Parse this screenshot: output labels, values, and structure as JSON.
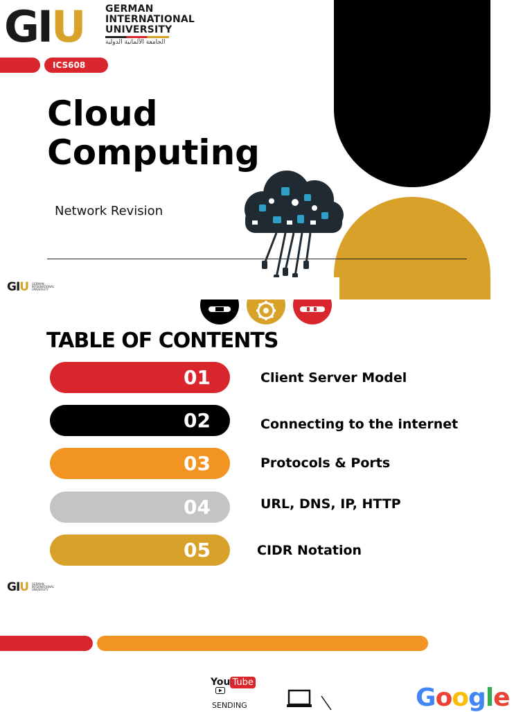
{
  "header": {
    "logo_mark_g": "G",
    "logo_mark_i": "I",
    "logo_mark_u": "U",
    "logo_line1": "GERMAN",
    "logo_line2": "INTERNATIONAL",
    "logo_line3": "UNIVERSITY",
    "logo_arabic": "الجامعة الألمانية الدولية",
    "course_code": "ICS608"
  },
  "cover": {
    "title_line1": "Cloud",
    "title_line2": "Computing",
    "subtitle": "Network Revision"
  },
  "small_logo": {
    "mark_g": "GI",
    "mark_u": "U",
    "sub_line1": "GERMAN",
    "sub_line2": "INTERNATIONAL",
    "sub_line3": "UNIVERSITY"
  },
  "toc": {
    "title": "TABLE OF CONTENTS",
    "items": [
      {
        "number": "01",
        "label": "Client Server Model",
        "color": "#d9262c"
      },
      {
        "number": "02",
        "label": "Connecting to the internet",
        "color": "#000000"
      },
      {
        "number": "03",
        "label": "Protocols & Ports",
        "color": "#f29422"
      },
      {
        "number": "04",
        "label": "URL, DNS, IP, HTTP",
        "color": "#c4c4c4"
      },
      {
        "number": "05",
        "label": "CIDR Notation",
        "color": "#d8a12a"
      }
    ]
  },
  "footer": {
    "youtube_you": "You",
    "youtube_tube": "Tube",
    "sending": "SENDING",
    "google": [
      "G",
      "o",
      "o",
      "g",
      "l",
      "e"
    ],
    "google_colors": [
      "#4285F4",
      "#EA4335",
      "#FBBC05",
      "#4285F4",
      "#34A853",
      "#EA4335"
    ]
  },
  "colors": {
    "accent_red": "#d9262c",
    "accent_gold": "#d8a12a",
    "accent_orange": "#f29422"
  }
}
